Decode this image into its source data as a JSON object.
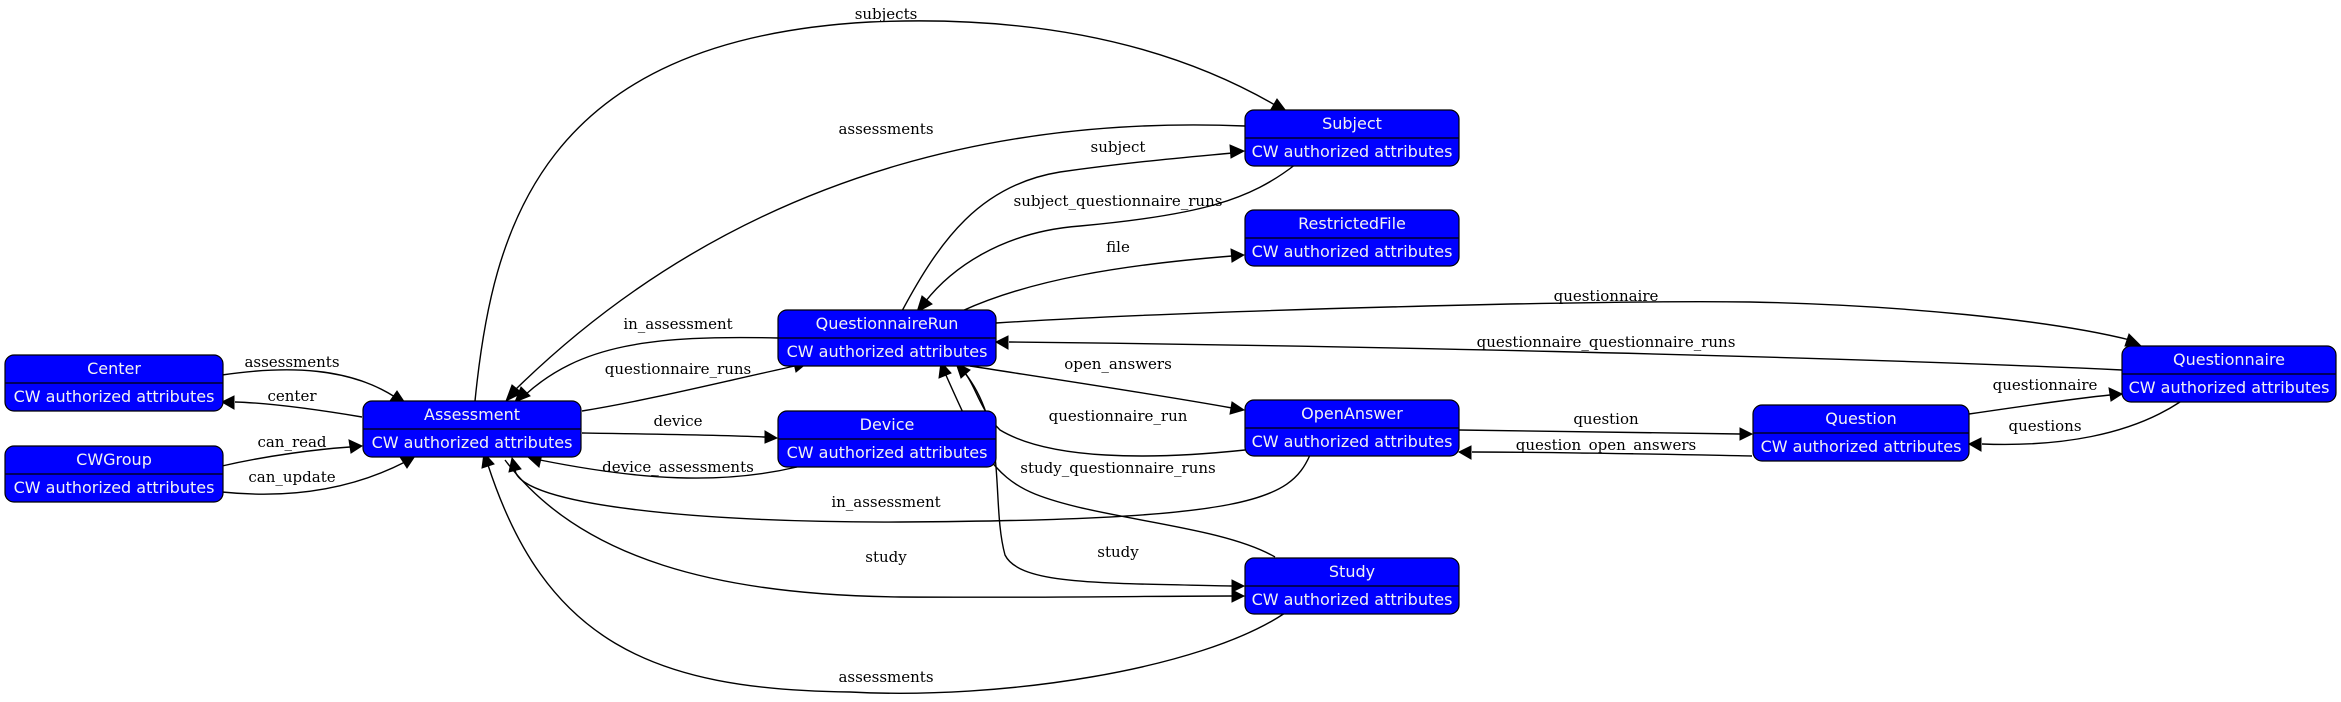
{
  "nodes": {
    "center": {
      "title": "Center",
      "attrs": "CW authorized attributes"
    },
    "cwgroup": {
      "title": "CWGroup",
      "attrs": "CW authorized attributes"
    },
    "assessment": {
      "title": "Assessment",
      "attrs": "CW authorized attributes"
    },
    "questionnairerun": {
      "title": "QuestionnaireRun",
      "attrs": "CW authorized attributes"
    },
    "device": {
      "title": "Device",
      "attrs": "CW authorized attributes"
    },
    "subject": {
      "title": "Subject",
      "attrs": "CW authorized attributes"
    },
    "restrictedfile": {
      "title": "RestrictedFile",
      "attrs": "CW authorized attributes"
    },
    "openanswer": {
      "title": "OpenAnswer",
      "attrs": "CW authorized attributes"
    },
    "study": {
      "title": "Study",
      "attrs": "CW authorized attributes"
    },
    "question": {
      "title": "Question",
      "attrs": "CW authorized attributes"
    },
    "questionnaire": {
      "title": "Questionnaire",
      "attrs": "CW authorized attributes"
    }
  },
  "edges": {
    "subjects": "subjects",
    "assessments_subject": "assessments",
    "subject": "subject",
    "subject_questionnaire_runs": "subject_questionnaire_runs",
    "file": "file",
    "in_assessment_qr": "in_assessment",
    "questionnaire": "questionnaire",
    "questionnaire_questionnaire_runs": "questionnaire_questionnaire_runs",
    "assessments_center": "assessments",
    "center": "center",
    "questionnaire_runs": "questionnaire_runs",
    "open_answers": "open_answers",
    "questionnaire_run": "questionnaire_run",
    "question": "question",
    "question_open_answers": "question_open_answers",
    "questionnaire_q": "questionnaire",
    "questions": "questions",
    "can_read": "can_read",
    "device": "device",
    "can_update": "can_update",
    "device_assessments": "device_assessments",
    "study_questionnaire_runs": "study_questionnaire_runs",
    "in_assessment_oa": "in_assessment",
    "study_qr": "study",
    "study_assessment": "study",
    "assessments_study": "assessments"
  }
}
